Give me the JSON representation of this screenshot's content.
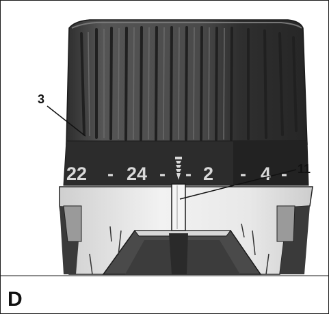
{
  "figure": {
    "letter": "D",
    "callouts": [
      {
        "id": "3",
        "label": "3"
      },
      {
        "id": "11",
        "label": "11"
      }
    ],
    "torque_scale": {
      "labels": [
        "22",
        "-",
        "24",
        "-",
        "-",
        "2",
        "-",
        "4",
        "-"
      ],
      "drill_symbol_icon": "screw-drill-icon"
    },
    "colors": {
      "collar_dark": "#3a3a3a",
      "collar_light": "#4d4d4d",
      "scale_band": "#2b2b2b",
      "scale_text": "#d9d9d9",
      "housing": "#e6e6e6"
    }
  }
}
